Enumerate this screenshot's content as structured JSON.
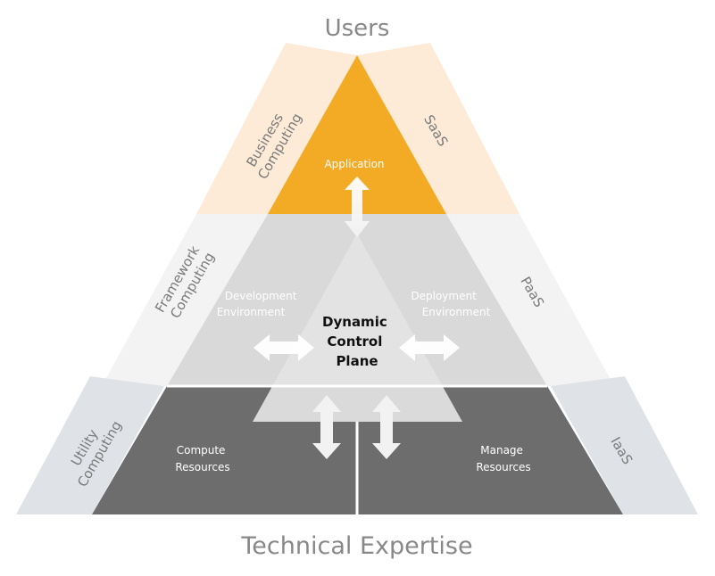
{
  "title_top": "Users",
  "title_bottom": "Technical Expertise",
  "sides": {
    "business_computing": [
      "Business",
      "Computing"
    ],
    "framework_computing": [
      "Framework",
      "Computing"
    ],
    "utility_computing": [
      "Utility",
      "Computing"
    ],
    "saas": "SaaS",
    "paas": "PaaS",
    "iaas": "IaaS"
  },
  "layers": {
    "application": "Application",
    "development_environment": [
      "Development",
      "Environment"
    ],
    "deployment_environment": [
      "Deployment",
      "Environment"
    ],
    "dynamic_control_plane": [
      "Dynamic",
      "Control",
      "Plane"
    ],
    "compute_resources": [
      "Compute",
      "Resources"
    ],
    "manage_resources": [
      "Manage",
      "Resources"
    ]
  },
  "colors": {
    "application": "#f3aa24",
    "top_band": "#fdebd8",
    "middle_band": "#f4f4f4",
    "bottom_band": "#dfe3e8",
    "platform_layer": "#d9d9d9",
    "infrastructure_layer": "#6d6d6d",
    "control_plane": "#e0e0e0",
    "heading_text": "#888888",
    "side_text": "#7a7a7a"
  }
}
